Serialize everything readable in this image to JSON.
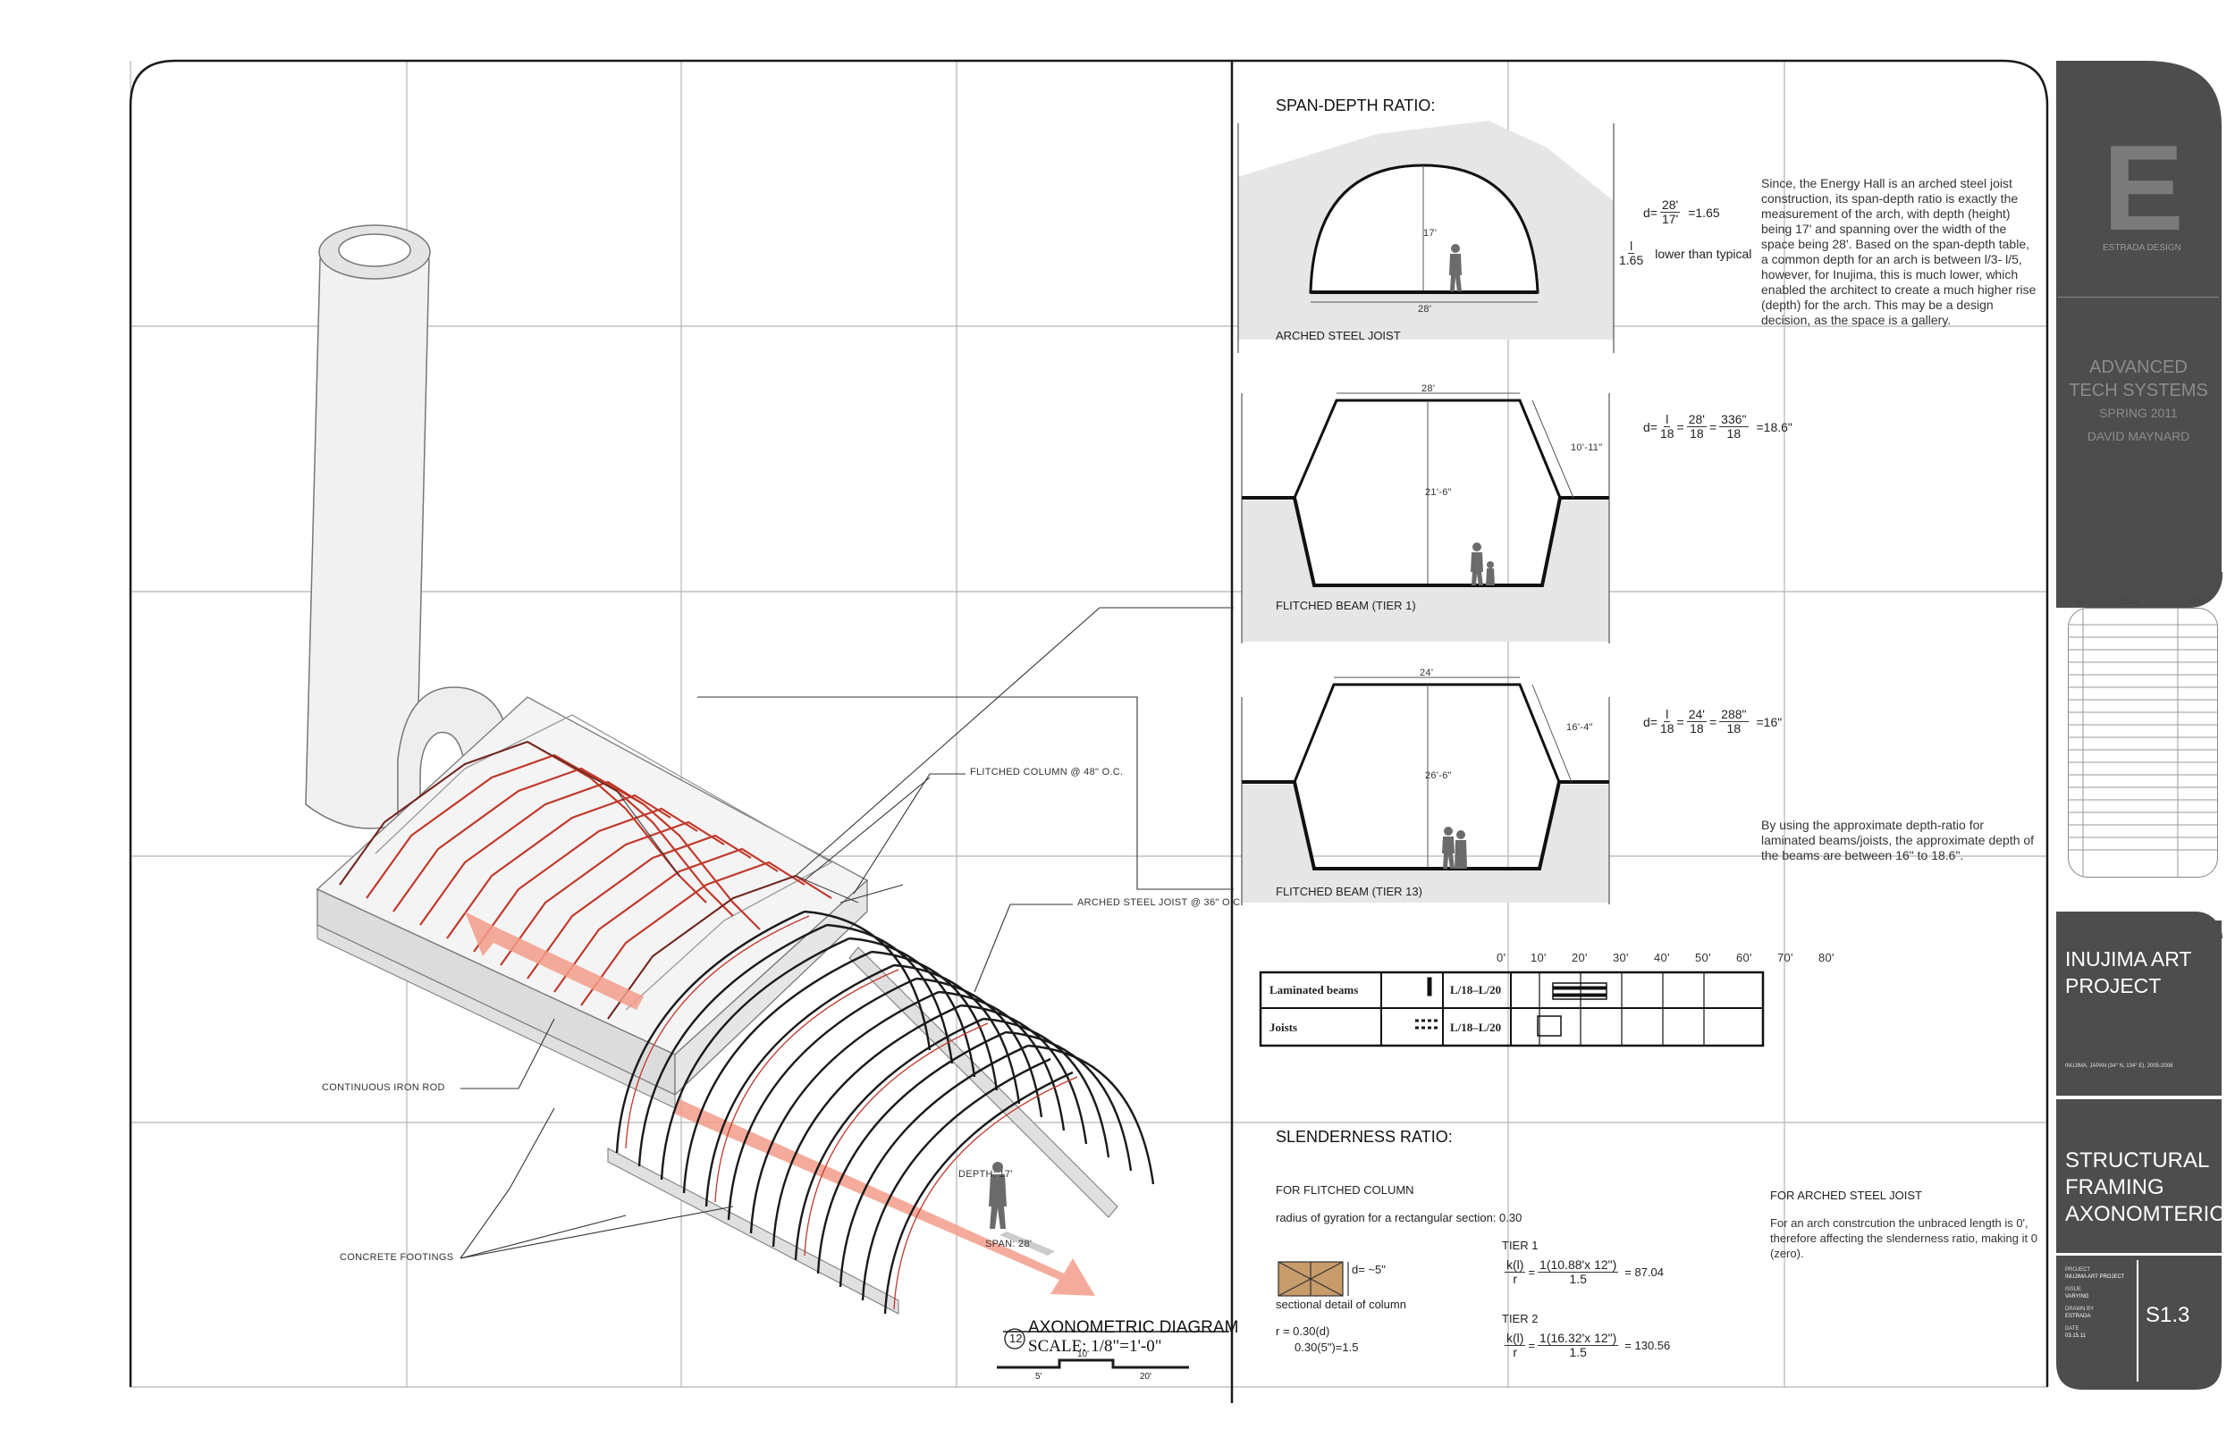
{
  "left_panel": {
    "callouts": {
      "flitched_column": "FLITCHED COLUMN @ 48\" O.C.",
      "arched_steel_joist": "ARCHED STEEL JOIST @ 36\" O.C.",
      "continuous_iron_rod": "CONTINUOUS IRON ROD",
      "concrete_footings": "CONCRETE FOOTINGS"
    },
    "dims": {
      "depth": "DEPTH: 17'",
      "span": "SPAN: 28'"
    },
    "diagram_title": {
      "number": "12",
      "title": "AXONOMETRIC DIAGRAM",
      "scale": "SCALE: 1/8\"=1'-0\"",
      "scale_bar": [
        "5'",
        "10'",
        "20'"
      ]
    }
  },
  "span_depth": {
    "heading": "SPAN-DEPTH RATIO:",
    "arched": {
      "caption": "ARCHED STEEL JOIST",
      "height": "17'",
      "width": "28'",
      "eq_lhs": "d=",
      "eq_num": "28'",
      "eq_den": "17'",
      "eq_result": "=1.65",
      "ratio_num": "l",
      "ratio_den": "1.65",
      "ratio_note": "lower than typical"
    },
    "explanation": "Since, the Energy Hall is an arched steel joist construction, its span-depth ratio is exactly the measurement of the arch, with depth (height) being 17' and spanning over the width of the space being 28'. Based on the span-depth table, a common depth for an arch is between l/3- l/5, however, for Inujima, this is much lower, which enabled the architect to create a much higher rise (depth) for the arch. This may be a design decision, as the space is a gallery.",
    "tier1": {
      "caption": "FLITCHED BEAM (TIER 1)",
      "top": "28'",
      "side": "10'-11\"",
      "height": "21'-6\"",
      "eq_lhs": "d=",
      "f1_num": "l",
      "f1_den": "18",
      "f2_num": "28'",
      "f2_den": "18",
      "f3_num": "336\"",
      "f3_den": "18",
      "eq_result": "=18.6\""
    },
    "tier13": {
      "caption": "FLITCHED BEAM (TIER 13)",
      "top": "24'",
      "side": "16'-4\"",
      "height": "26'-6\"",
      "eq_lhs": "d=",
      "f1_num": "l",
      "f1_den": "18",
      "f2_num": "24'",
      "f2_den": "18",
      "f3_num": "288\"",
      "f3_den": "18",
      "eq_result": "=16\""
    },
    "approx_note": "By using the approximate depth-ratio for laminated beams/joists, the approximate depth of the beams are between 16\" to 18.6\".",
    "table": {
      "ticks": [
        "0'",
        "10'",
        "20'",
        "30'",
        "40'",
        "50'",
        "60'",
        "70'",
        "80'"
      ],
      "rows": [
        {
          "label": "Laminated beams",
          "ratio": "L/18–L/20"
        },
        {
          "label": "Joists",
          "ratio": "L/18–L/20"
        }
      ]
    }
  },
  "slenderness": {
    "heading": "SLENDERNESS RATIO:",
    "column_heading": "FOR FLITCHED COLUMN",
    "gyration": "radius of gyration for a rectangular section: 0.30",
    "d_approx": "d= ~5\"",
    "section_caption": "sectional detail of column",
    "r_line1": "r = 0.30(d)",
    "r_line2": "0.30(5\")=1.5",
    "tier1_label": "TIER 1",
    "tier1_lhs_num": "k(l)",
    "tier1_lhs_den": "r",
    "tier1_num": "1(10.88'x 12\")",
    "tier1_den": "1.5",
    "tier1_result": "= 87.04",
    "tier2_label": "TIER 2",
    "tier2_lhs_num": "k(l)",
    "tier2_lhs_den": "r",
    "tier2_num": "1(16.32'x 12\")",
    "tier2_den": "1.5",
    "tier2_result": "= 130.56",
    "joist_heading": "FOR ARCHED STEEL JOIST",
    "joist_note": "For an arch constrcution the unbraced length is 0', therefore affecting the slenderness ratio, making it 0 (zero)."
  },
  "title_block": {
    "logo_letter": "E",
    "logo_text": "ESTRADA DESIGN",
    "course_line1": "ADVANCED",
    "course_line2": "TECH SYSTEMS",
    "term": "SPRING 2011",
    "author": "DAVID MAYNARD",
    "issue_col_no": "NO.",
    "issue_col_issue": "ISSUE",
    "issue_col_date": "DATE",
    "project": "INUJIMA ART PROJECT",
    "location": "INUJIMA, JAPAN (34° N, 134° E), 2005-2008",
    "sheet_title": "STRUCTURAL FRAMING AXONOMTERIC",
    "meta": [
      {
        "k": "PROJECT",
        "v": "INUJIMA ART PROJECT"
      },
      {
        "k": "ISSUE",
        "v": "VARYING"
      },
      {
        "k": "DRAWN BY",
        "v": "ESTRADA"
      },
      {
        "k": "DATE",
        "v": "03.15.11"
      }
    ],
    "sheet_number": "S1.3"
  },
  "colors": {
    "title_block": "#4d4d4d",
    "red_frame": "#c0392b",
    "orange_arrow": "#f39c8a",
    "section_fill": "#e6e6e6"
  }
}
